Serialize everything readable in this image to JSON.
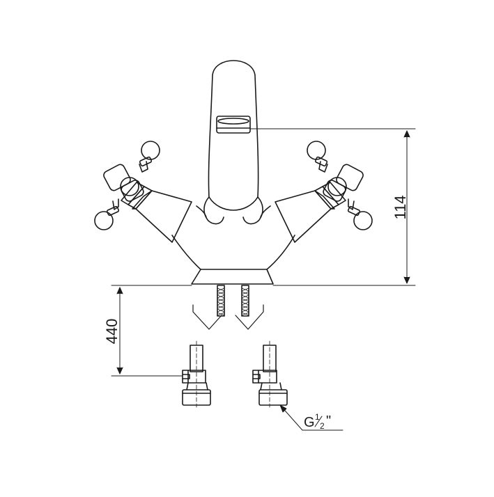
{
  "drawing": {
    "dimension_height": "114",
    "dimension_hose": "440",
    "thread_label_main": "G",
    "thread_label_num": "1",
    "thread_label_den": "2",
    "thread_label_suffix": "\""
  },
  "colors": {
    "line": "#1a1a1a",
    "background": "#ffffff"
  }
}
